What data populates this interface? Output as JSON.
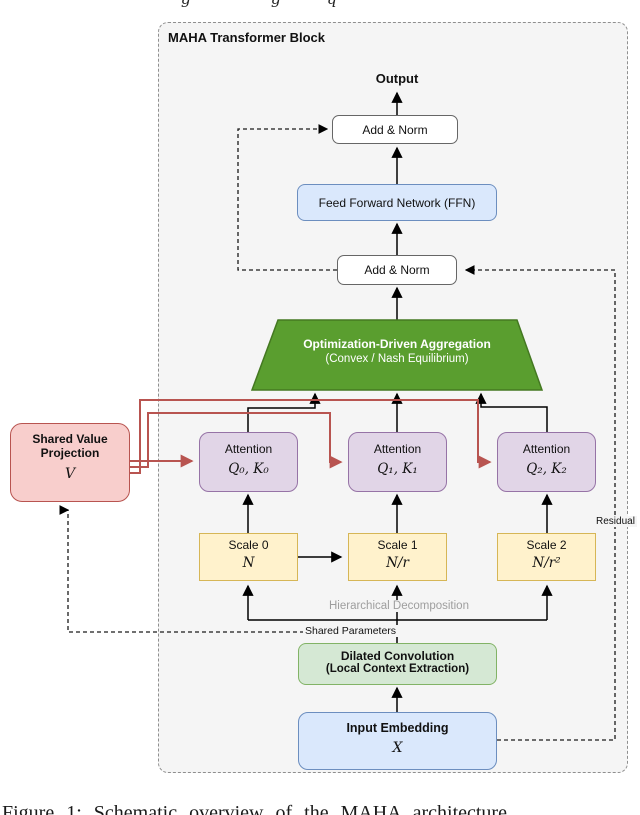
{
  "page": {
    "caption": "Figure 1: Schematic overview of the MAHA architecture",
    "top_fragments": [
      "g",
      "g",
      "q"
    ]
  },
  "colors": {
    "block_bg": "#f5f5f5",
    "blue_fill": "#dae8fc",
    "blue_border": "#6c8ebf",
    "purple_fill": "#e1d5e7",
    "purple_border": "#9673a6",
    "yellow_fill": "#fff2cc",
    "yellow_border": "#d6b656",
    "pink_fill": "#f8cecc",
    "red_border": "#b85450",
    "green_fill": "#5a9e2f",
    "green_border": "#447821",
    "lightgreen_fill": "#d5e8d4",
    "lightgreen_border": "#82b366"
  },
  "block": {
    "title": "MAHA Transformer Block"
  },
  "nodes": {
    "output_label": "Output",
    "add_norm_top": "Add & Norm",
    "ffn": "Feed Forward Network (FFN)",
    "add_norm_mid": "Add & Norm",
    "aggregation": {
      "line1": "Optimization-Driven Aggregation",
      "line2": "(Convex / Nash Equilibrium)"
    },
    "attention": [
      {
        "title": "Attention",
        "math": "Q₀, K₀"
      },
      {
        "title": "Attention",
        "math": "Q₁, K₁"
      },
      {
        "title": "Attention",
        "math": "Q₂, K₂"
      }
    ],
    "svp": {
      "line1": "Shared Value",
      "line2": "Projection",
      "math": "V"
    },
    "scales": [
      {
        "title": "Scale 0",
        "math": "N"
      },
      {
        "title": "Scale 1",
        "math": "N/r"
      },
      {
        "title": "Scale 2",
        "math": "N/r²"
      }
    ],
    "dilated": {
      "line1": "Dilated Convolution",
      "line2": "(Local Context Extraction)"
    },
    "input": {
      "title": "Input Embedding",
      "math": "X"
    }
  },
  "labels": {
    "residual": "Residual",
    "hierarchical": "Hierarchical Decomposition",
    "shared_params": "Shared Parameters"
  }
}
